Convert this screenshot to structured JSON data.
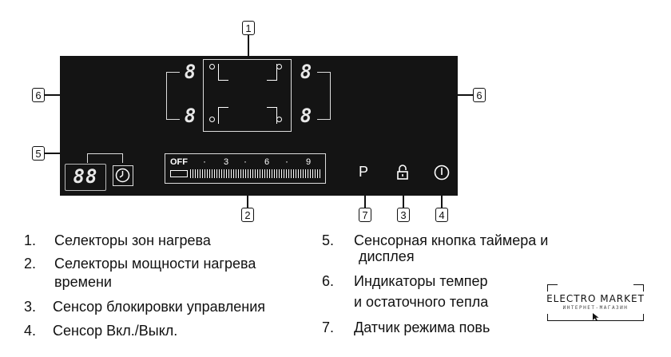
{
  "callouts": {
    "c1": "1",
    "c2": "2",
    "c3": "3",
    "c4": "4",
    "c5": "5",
    "c6_left": "6",
    "c6_right": "6",
    "c7": "7"
  },
  "panel": {
    "zone_digit": "8",
    "timer_digits": "88",
    "slider": {
      "off": "OFF",
      "dot": "·",
      "t3": "3",
      "t6": "6",
      "t9": "9"
    },
    "pause_label": "P",
    "icons": [
      "clock-icon",
      "lock-icon",
      "power-icon"
    ]
  },
  "legend": {
    "left": [
      {
        "n": "1.",
        "text": "Селекторы зон нагрева"
      },
      {
        "n": "2.",
        "text": "Селекторы мощности нагрева",
        "text2": "времени"
      },
      {
        "n": "3.",
        "text": "Сенсор блокировки управления"
      },
      {
        "n": "4.",
        "text": "Сенсор Вкл./Выкл."
      }
    ],
    "right": [
      {
        "n": "5.",
        "text": "Сенсорная кнопка таймера и",
        "text2": "дисплея"
      },
      {
        "n": "6.",
        "text": "Индикаторы темпер",
        "text2": "и остаточного тепла"
      },
      {
        "n": "7.",
        "text": "Датчик режима повь"
      }
    ]
  },
  "logo": {
    "title": "ELECTRO MARKET",
    "subtitle": "ИНТЕРНЕТ-МАГАЗИН"
  }
}
